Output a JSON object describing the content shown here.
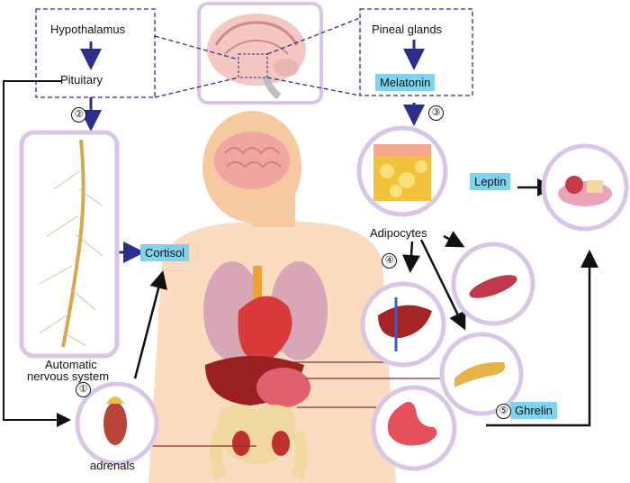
{
  "labels": {
    "hypothalamus": "Hypothalamus",
    "pituitary": "Pituitary",
    "pineal": "Pineal glands",
    "melatonin": "Melatonin",
    "cortisol": "Cortisol",
    "leptin": "Leptin",
    "adipocytes": "Adipocytes",
    "automatic_line1": "Automatic",
    "automatic_line2": "nervous system",
    "adrenals": "adrenals",
    "ghrelin": "Ghrelin"
  },
  "steps": [
    "①",
    "②",
    "③",
    "④",
    "⑤"
  ],
  "colors": {
    "arrow_blue": "#2b2f8a",
    "arrow_black": "#111111",
    "circle_border": "#d9c6e6",
    "label_box": "#7fd3ef",
    "body_skin": "#f6c9a0",
    "body_torso": "#fbdcc0"
  }
}
